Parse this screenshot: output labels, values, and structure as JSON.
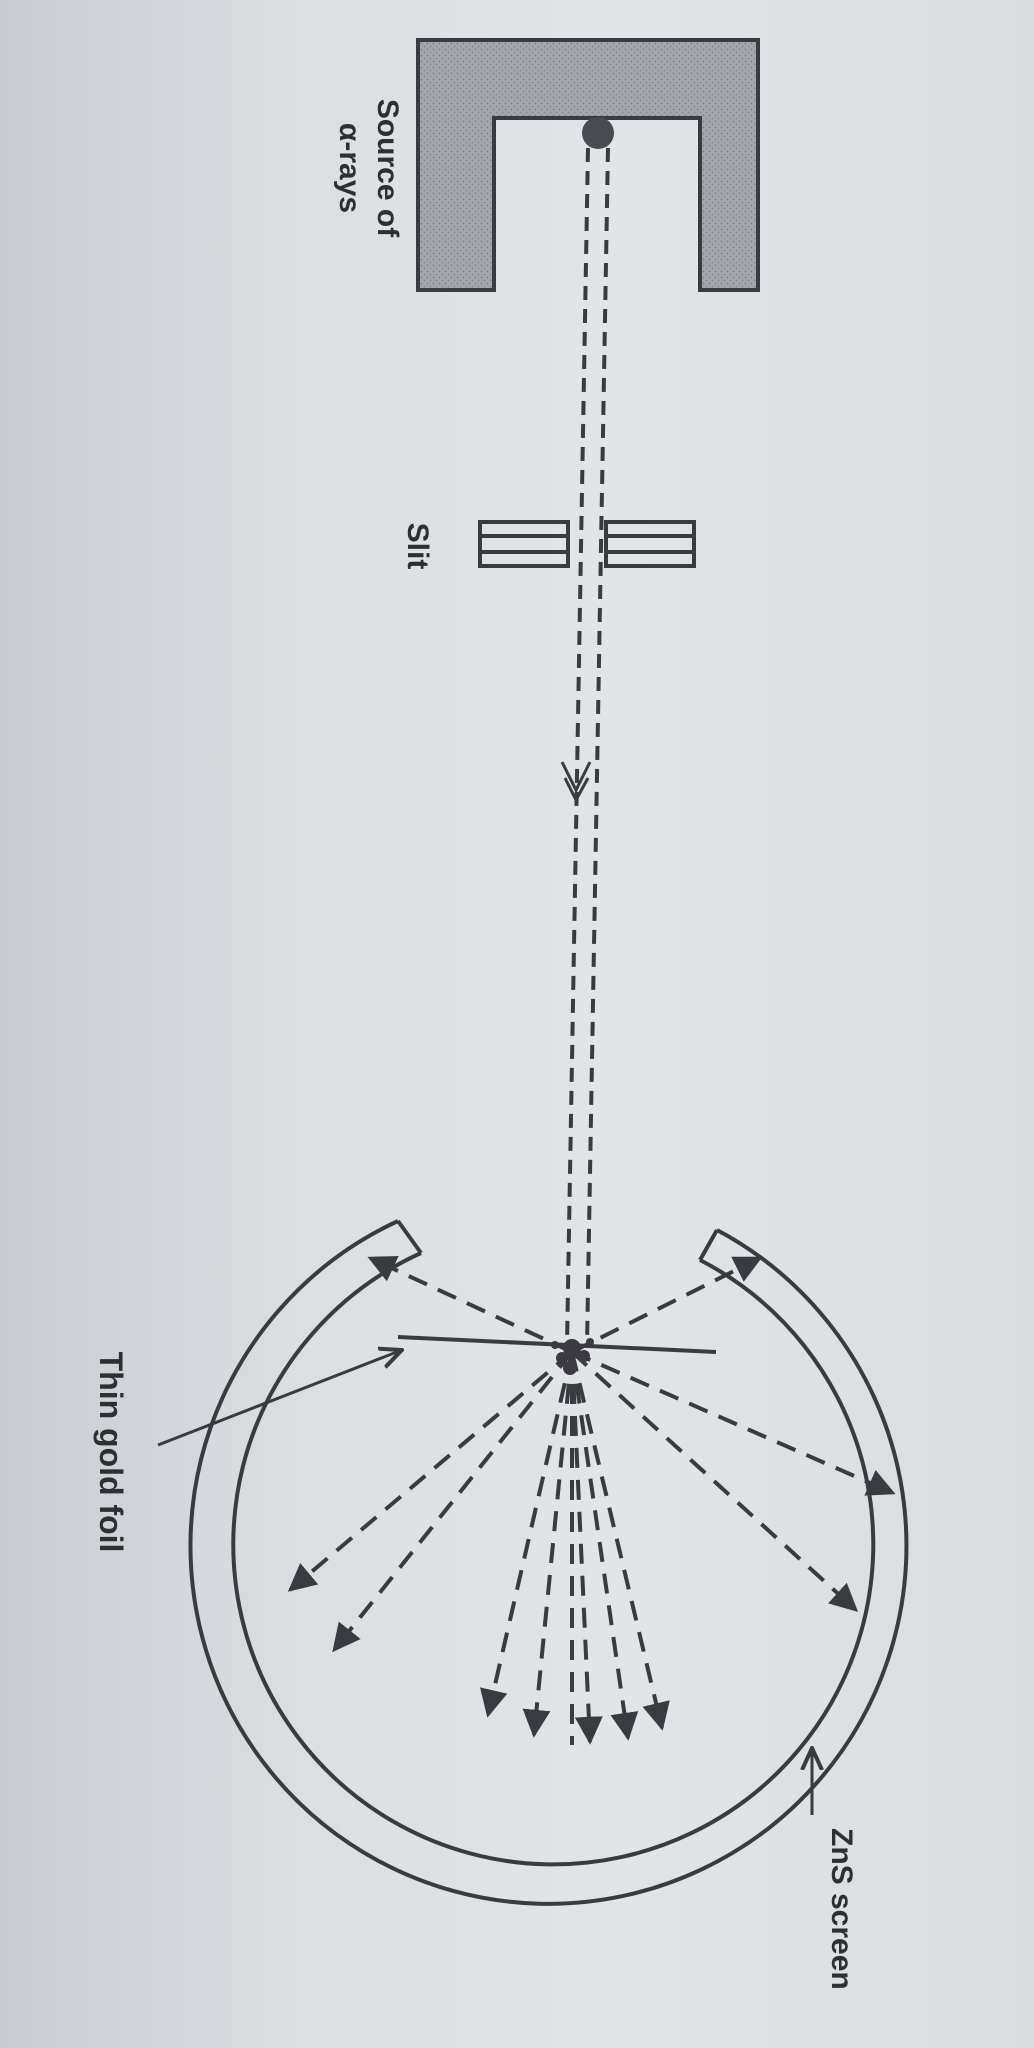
{
  "diagram": {
    "labels": {
      "source": [
        "Source of",
        "α-rays"
      ],
      "slit": "Slit",
      "foil": "Thin gold foil",
      "screen": "ZnS screen"
    },
    "colors": {
      "ink": "#3a3b40",
      "source_fill": "#9a9ca2",
      "background": "#dcdee2"
    }
  }
}
